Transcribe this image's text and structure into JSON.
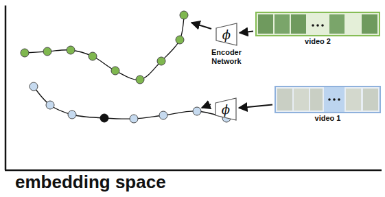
{
  "diagram": {
    "nodes": [
      {
        "text": [
          "ϕ",
          "Encoder Network"
        ]
      },
      {
        "text": [
          "video 2"
        ]
      },
      {
        "text": [
          "ϕ"
        ]
      },
      {
        "text": [
          "video 1"
        ]
      }
    ],
    "edges": [
      {
        "from": 1,
        "to": 0,
        "arrow": "to"
      },
      {
        "from": 3,
        "to": 2,
        "arrow": "to"
      }
    ],
    "labels": [
      "embedding space"
    ]
  }
}
